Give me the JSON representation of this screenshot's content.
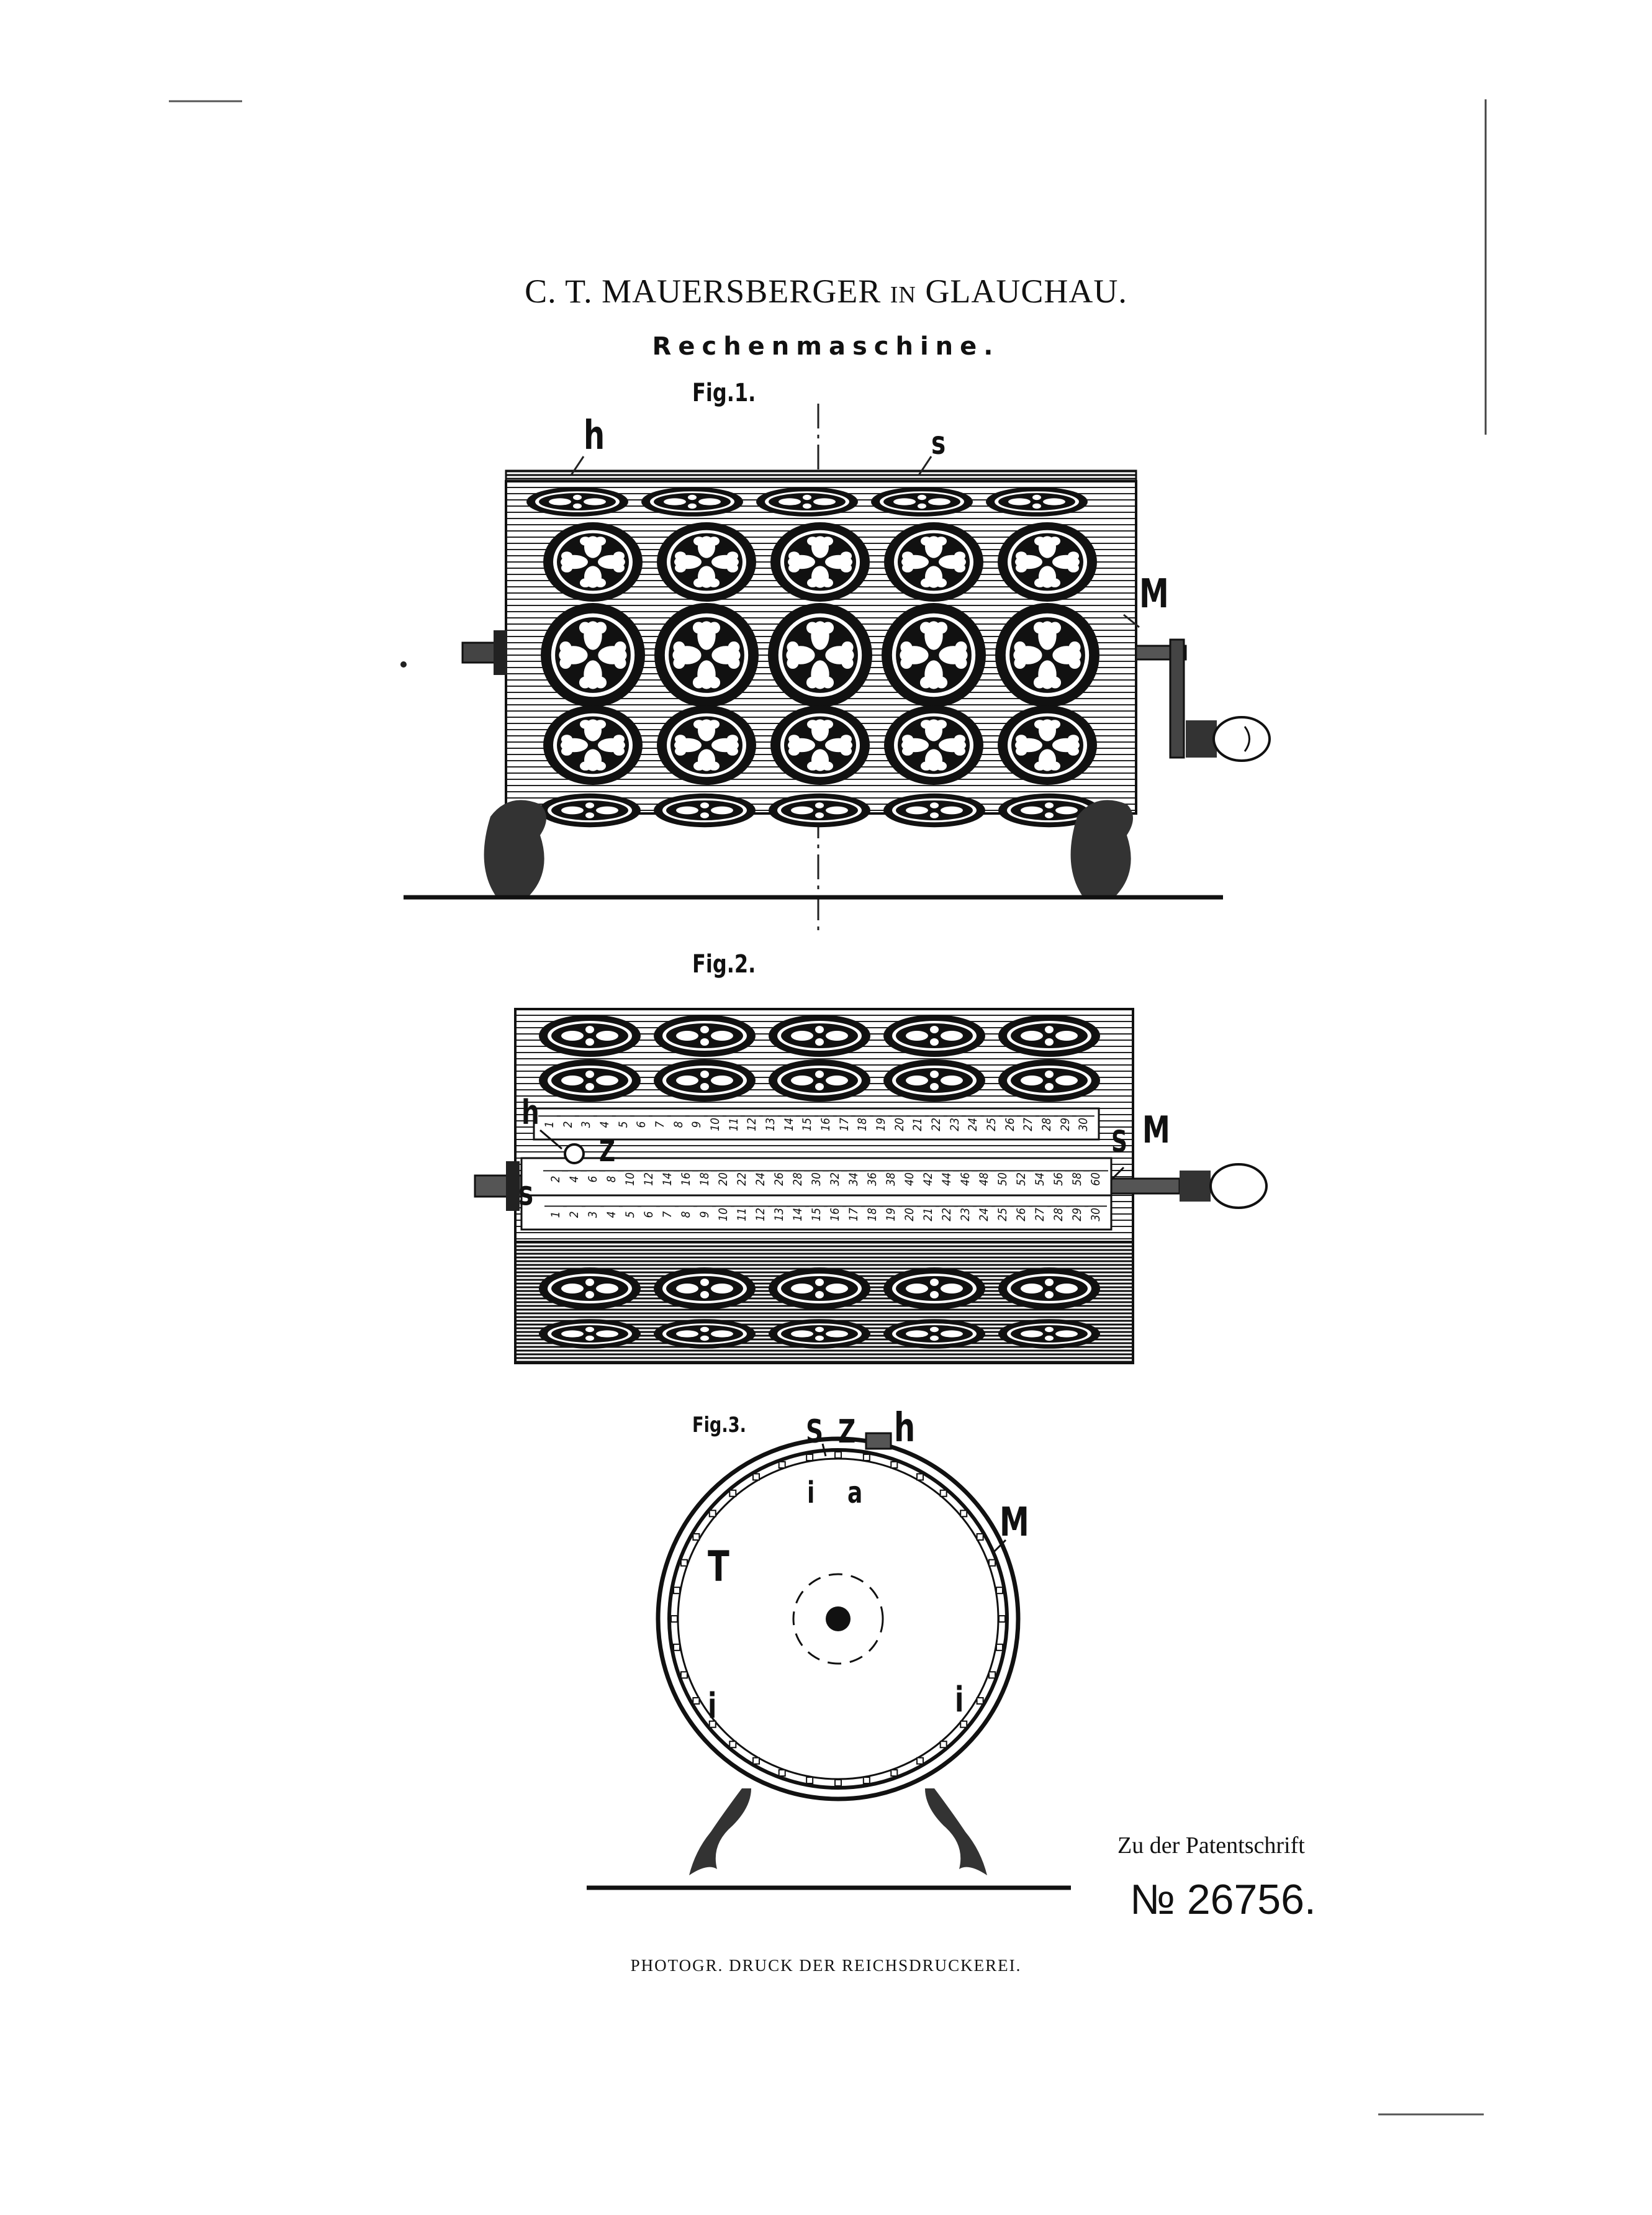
{
  "header": {
    "inventor_name": "C. T. MAUERSBERGER",
    "inventor_in": "IN",
    "inventor_place": "GLAUCHAU.",
    "title": "Rechenmaschine."
  },
  "figures": [
    {
      "label": "Fig.1.",
      "parts": [
        "h",
        "s",
        "M"
      ]
    },
    {
      "label": "Fig.2.",
      "parts": [
        "h",
        "Z",
        "S",
        "s",
        "M"
      ],
      "scale_top": [
        "1",
        "2",
        "3",
        "4",
        "5",
        "6",
        "7",
        "8",
        "9",
        "10",
        "11",
        "12",
        "13",
        "14",
        "15",
        "16",
        "17",
        "18",
        "19",
        "20",
        "21",
        "22",
        "23",
        "24",
        "25",
        "26",
        "27",
        "28",
        "29",
        "30"
      ],
      "scale_middle": [
        "2",
        "4",
        "6",
        "8",
        "10",
        "12",
        "14",
        "16",
        "18",
        "20",
        "22",
        "24",
        "26",
        "28",
        "30",
        "32",
        "34",
        "36",
        "38",
        "40",
        "42",
        "44",
        "46",
        "48",
        "50",
        "52",
        "54",
        "56",
        "58",
        "60"
      ],
      "scale_bottom": [
        "1",
        "2",
        "3",
        "4",
        "5",
        "6",
        "7",
        "8",
        "9",
        "10",
        "11",
        "12",
        "13",
        "14",
        "15",
        "16",
        "17",
        "18",
        "19",
        "20",
        "21",
        "22",
        "23",
        "24",
        "25",
        "26",
        "27",
        "28",
        "29",
        "30"
      ]
    },
    {
      "label": "Fig.3.",
      "parts": [
        "S",
        "Z",
        "h",
        "i",
        "a",
        "M",
        "T",
        "i",
        "i"
      ]
    }
  ],
  "footer": {
    "reference": "Zu der Patentschrift",
    "number": "№ 26756.",
    "printer": "PHOTOGR. DRUCK DER REICHSDRUCKEREI."
  }
}
